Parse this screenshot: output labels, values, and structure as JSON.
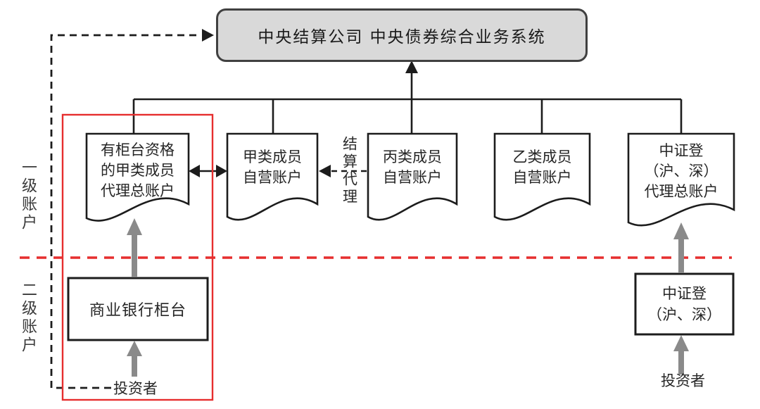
{
  "diagram": {
    "system": {
      "label": "中央结算公司 中央债券综合业务系统"
    },
    "tier_labels": {
      "tier1": "一级账户",
      "tier2": "二级账户"
    },
    "tier1_accounts": {
      "otc_agent": "有柜台资格\n的甲类成员\n代理总账户",
      "class_a": "甲类成员\n自营账户",
      "class_c": "丙类成员\n自营账户",
      "class_b": "乙类成员\n自营账户",
      "csdc_agent": "中证登\n（沪、深）\n代理总账户"
    },
    "relations": {
      "settlement_agent": "结算代理"
    },
    "tier2_nodes": {
      "bank_counter": "商业银行柜台",
      "csdc": "中证登\n（沪、深）",
      "investor_left": "投资者",
      "investor_right": "投资者"
    },
    "colors": {
      "highlight_red": "#e62e2e",
      "grey_arrow": "#8a8a8a",
      "system_fill": "#d9d9d9",
      "line_black": "#1c1c1c"
    }
  }
}
